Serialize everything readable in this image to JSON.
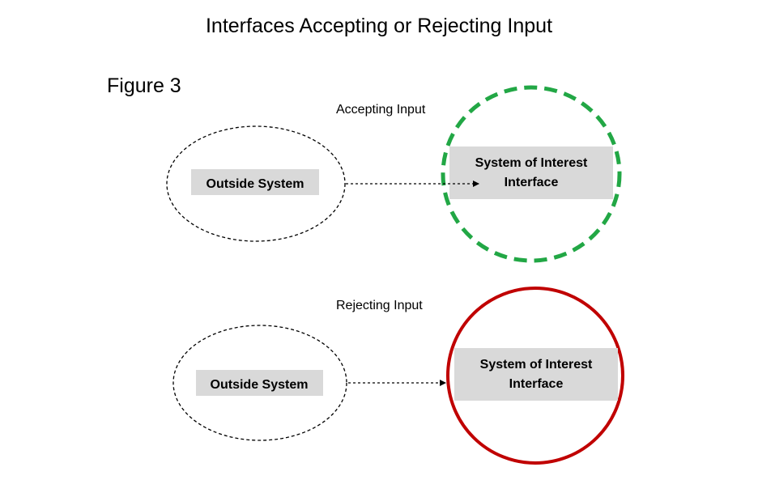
{
  "title": "Interfaces Accepting or Rejecting Input",
  "figure_label": "Figure 3",
  "colors": {
    "accept_ring": "#22a745",
    "reject_ring": "#c00000",
    "box_fill": "#d9d9d9",
    "dashed_outline": "#000000"
  },
  "accepting": {
    "caption": "Accepting Input",
    "outside_label": "Outside System",
    "interface_line1": "System of Interest",
    "interface_line2": "Interface"
  },
  "rejecting": {
    "caption": "Rejecting Input",
    "outside_label": "Outside System",
    "interface_line1": "System of Interest",
    "interface_line2": "Interface"
  }
}
